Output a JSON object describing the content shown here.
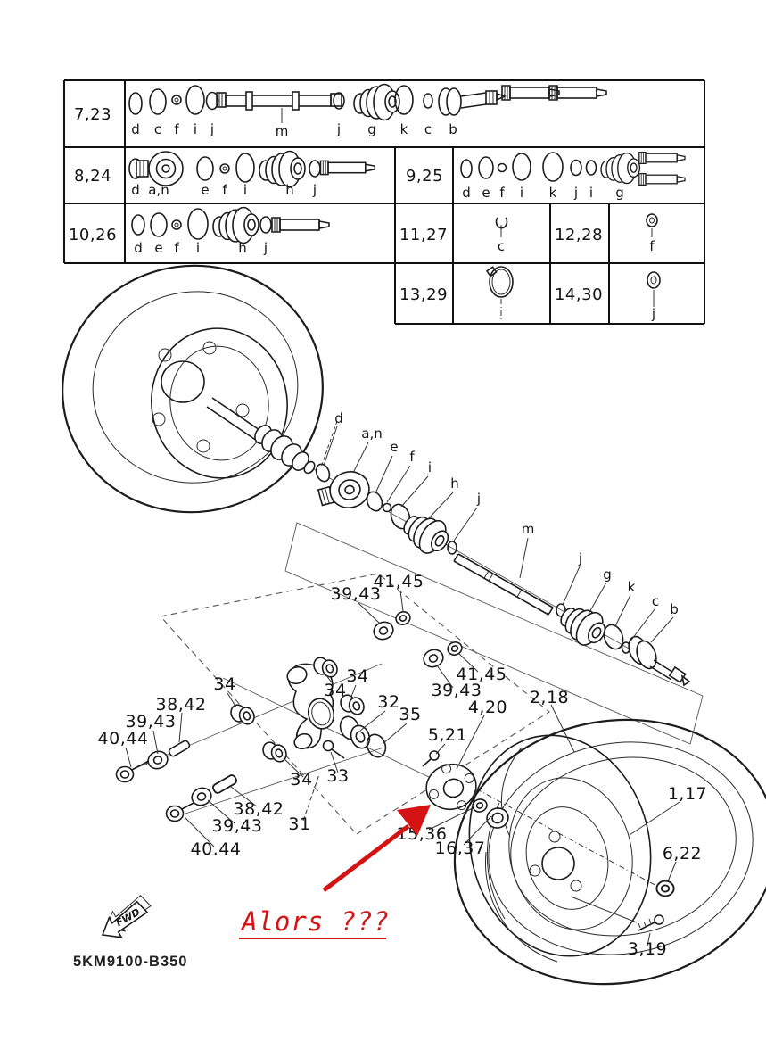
{
  "page": {
    "background": "#ffffff"
  },
  "table": {
    "rows": [
      {
        "id": "7,23",
        "letters": [
          "d",
          "c",
          "f",
          "i",
          "j",
          "m",
          "j",
          "g",
          "k",
          "c",
          "b"
        ]
      },
      {
        "id": "8,24",
        "letters": [
          "d",
          "a,n",
          "e",
          "f",
          "i",
          "h",
          "j"
        ]
      },
      {
        "id": "9,25",
        "letters": [
          "d",
          "e",
          "f",
          "i",
          "k",
          "j",
          "i",
          "g"
        ]
      },
      {
        "id": "10,26",
        "letters": [
          "d",
          "e",
          "f",
          "i",
          "h",
          "j"
        ]
      },
      {
        "id": "11,27",
        "letters": [
          "c"
        ]
      },
      {
        "id": "12,28",
        "letters": [
          "f"
        ]
      },
      {
        "id": "13,29",
        "letters": []
      },
      {
        "id": "14,30",
        "letters": [
          "j"
        ]
      }
    ]
  },
  "diagram": {
    "axle_letters": [
      "d",
      "a,n",
      "e",
      "f",
      "i",
      "h",
      "j",
      "m",
      "j",
      "g",
      "k",
      "c",
      "b"
    ],
    "callouts": {
      "c3943_top": "39,43",
      "c4145_top": "41,45",
      "c34_1": "34",
      "c34_2": "34",
      "c34_3": "34",
      "c34_4": "34",
      "c3842_1": "38,42",
      "c3943_1": "39,43",
      "c4044_1": "40,44",
      "c3842_2": "38,42",
      "c3943_2": "39,43",
      "c4044_2": "40.44",
      "c31": "31",
      "c32": "32",
      "c33": "33",
      "c35": "35",
      "c4145_r": "41,45",
      "c3943_r": "39,43",
      "c420": "4,20",
      "c521": "5,21",
      "c218": "2,18",
      "c117": "1,17",
      "c1536": "15,36",
      "c1637": "16,37",
      "c622": "6,22",
      "c319": "3,19"
    }
  },
  "annotation": {
    "text": "Alors ???",
    "color": "#d41414"
  },
  "footer": {
    "fwd_label": "FWD",
    "part_code": "5KM9100-B350"
  }
}
